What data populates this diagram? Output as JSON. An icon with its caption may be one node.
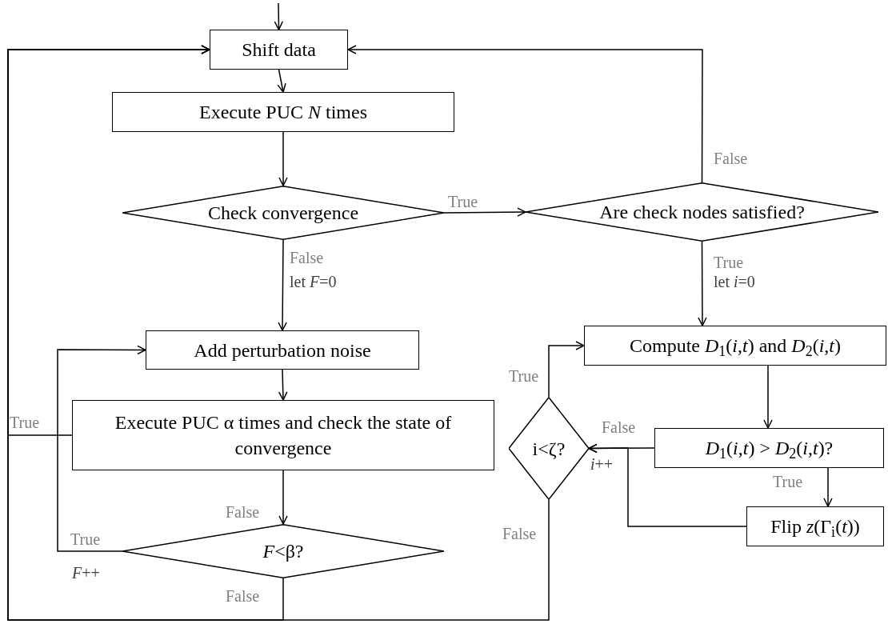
{
  "diagram": {
    "nodes": [
      {
        "text": [
          "Shift data"
        ]
      },
      {
        "text": [
          "Execute PUC *N* times"
        ]
      },
      {
        "text": [
          "Check convergence"
        ]
      },
      {
        "text": [
          "Are check nodes satisfied?"
        ]
      },
      {
        "text": [
          "Add perturbation noise"
        ]
      },
      {
        "text": [
          "Execute PUC α times and check the state of convergence"
        ]
      },
      {
        "text": [
          "*F*<β?"
        ]
      },
      {
        "text": [
          "Compute *D*$_{1}$(*i*,*t*) and *D*$_{2}$(*i*,*t*)"
        ]
      },
      {
        "text": [
          "*D*$_{1}$(*i*,*t*) > *D*$_{2}$(*i*,*t*)?"
        ]
      },
      {
        "text": [
          "i<ζ?"
        ]
      },
      {
        "text": [
          "Flip *z*(Γ$_{i}$(*t*))"
        ]
      }
    ],
    "edges": [
      {
        "from": null,
        "to": 0,
        "arrow": "to"
      },
      {
        "from": 0,
        "to": 1,
        "arrow": "to"
      },
      {
        "from": 1,
        "to": 2,
        "arrow": "to"
      },
      {
        "from": 2,
        "to": 3,
        "arrow": "to",
        "label": "True"
      },
      {
        "from": 2,
        "to": 4,
        "arrow": "to",
        "label": "False"
      },
      {
        "from": 3,
        "to": 0,
        "arrow": "to",
        "label": "False"
      },
      {
        "from": 3,
        "to": 7,
        "arrow": "to",
        "label": "True"
      },
      {
        "from": 4,
        "to": 5,
        "arrow": "to"
      },
      {
        "from": 5,
        "to": 6,
        "arrow": "to",
        "label": "False"
      },
      {
        "from": 6,
        "to": 4,
        "arrow": "to",
        "label": "True"
      },
      {
        "from": 5,
        "to": 0,
        "arrow": "to",
        "label": "True"
      },
      {
        "from": 6,
        "to": 0,
        "arrow": "to",
        "label": "False"
      },
      {
        "from": 9,
        "to": 0,
        "arrow": "to",
        "label": "False"
      },
      {
        "from": 7,
        "to": 8,
        "arrow": "to"
      },
      {
        "from": 8,
        "to": 9,
        "arrow": "to",
        "label": "False"
      },
      {
        "from": 8,
        "to": 10,
        "arrow": "to",
        "label": "True"
      },
      {
        "from": 10,
        "to": 9,
        "arrow": "to"
      },
      {
        "from": 9,
        "to": 7,
        "arrow": "to",
        "label": "True"
      }
    ],
    "labels": [
      "let *F*=0",
      "let *i*=0",
      "*F*++",
      "*i*++"
    ]
  }
}
